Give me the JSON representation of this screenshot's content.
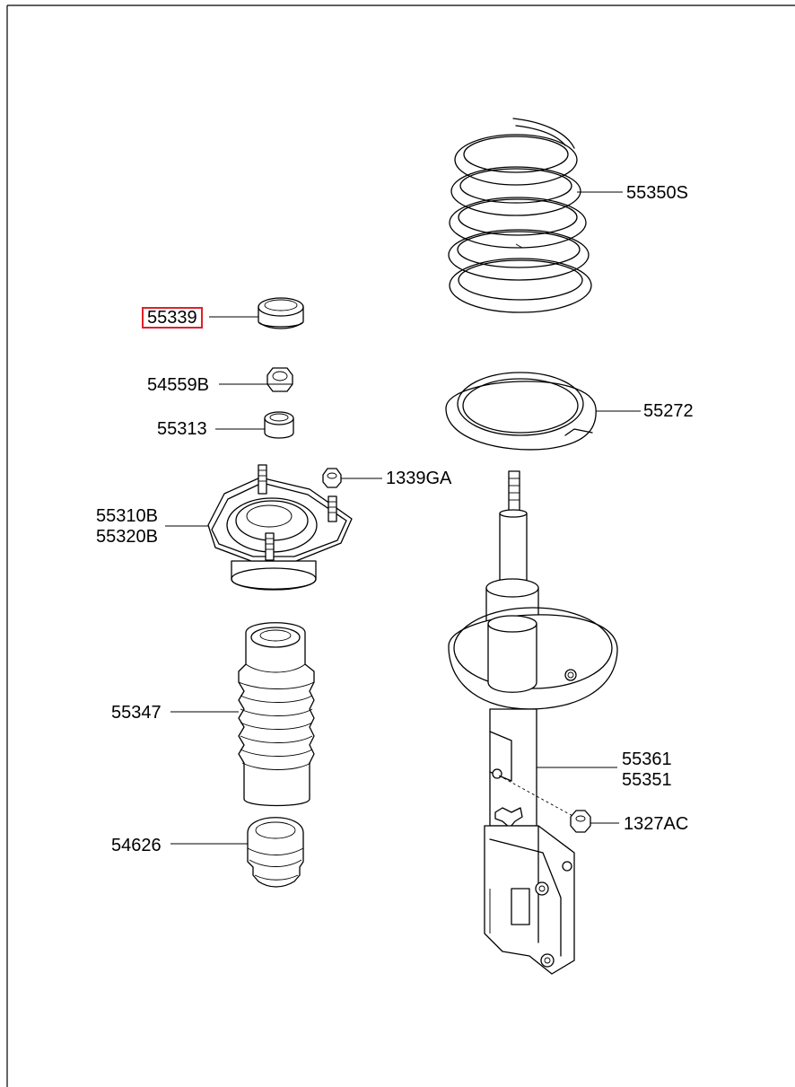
{
  "diagram": {
    "labels": {
      "spring": "55350S",
      "bumper_cap": "55339",
      "nut_54559B": "54559B",
      "spacer": "55313",
      "nut_1339GA": "1339GA",
      "mount_a": "55310B",
      "mount_b": "55320B",
      "spring_pad": "55272",
      "dust_cover": "55347",
      "strut_a": "55361",
      "strut_b": "55351",
      "nut_1327AC": "1327AC",
      "bump_stopper": "54626"
    },
    "highlight_color": "#e0202a",
    "highlighted_part": "55339"
  }
}
